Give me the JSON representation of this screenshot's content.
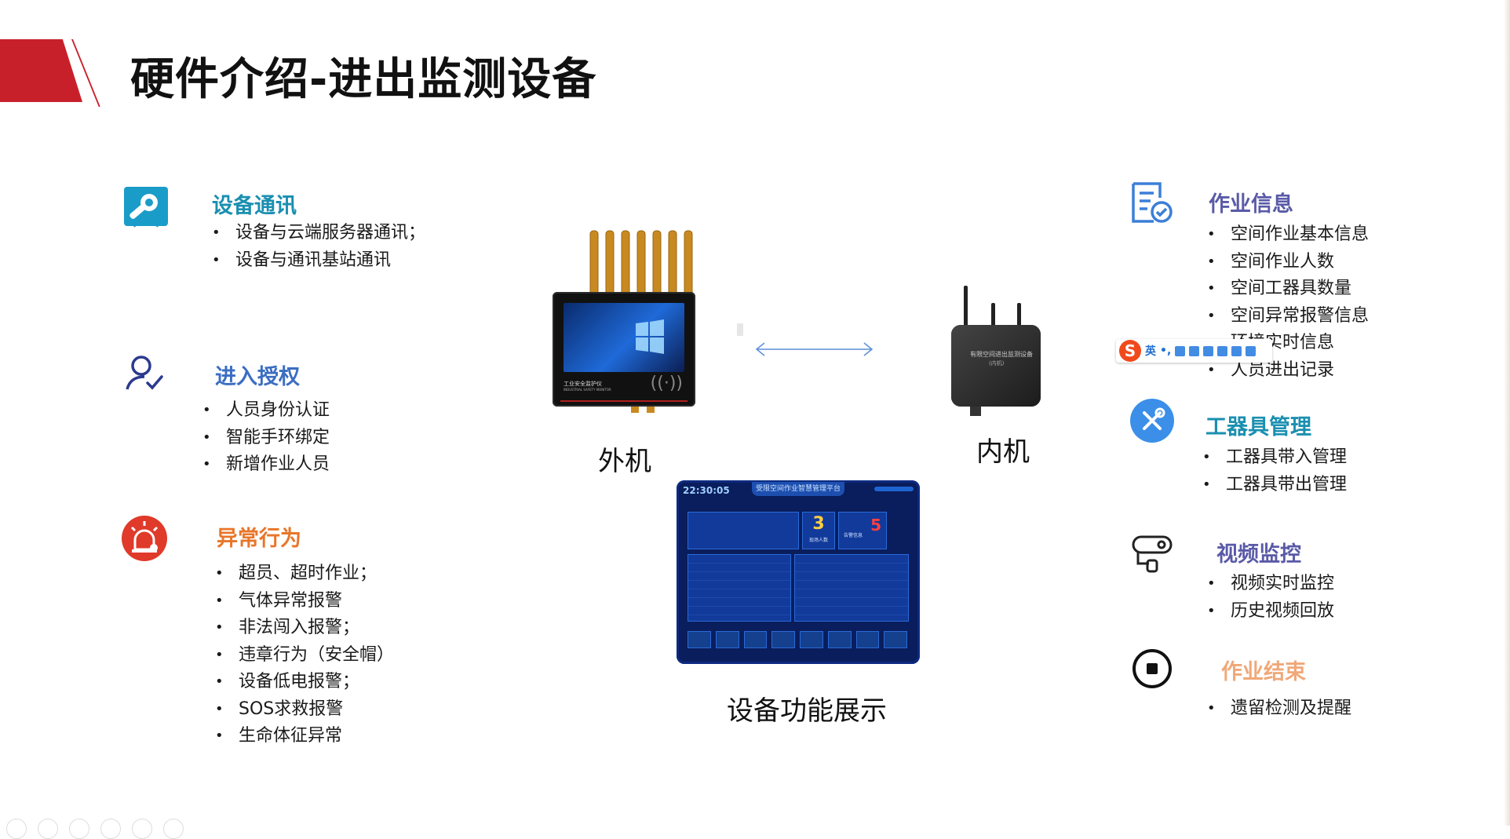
{
  "header": {
    "title": "硬件介绍-进出监测设备"
  },
  "sections": {
    "comm": {
      "title": "设备通讯",
      "items": [
        "设备与云端服务器通讯；",
        "设备与通讯基站通讯"
      ]
    },
    "auth": {
      "title": "进入授权",
      "items": [
        "人员身份认证",
        "智能手环绑定",
        "新增作业人员"
      ]
    },
    "abnormal": {
      "title": "异常行为",
      "items": [
        "超员、超时作业；",
        "气体异常报警",
        "非法闯入报警；",
        "违章行为（安全帽）",
        "设备低电报警；",
        "SOS求救报警",
        "生命体征异常"
      ]
    },
    "jobinfo": {
      "title": "作业信息",
      "items": [
        "空间作业基本信息",
        "空间作业人数",
        "空间工器具数量",
        "空间异常报警信息",
        "环境实时信息",
        "人员进出记录"
      ]
    },
    "tools": {
      "title": "工器具管理",
      "items": [
        "工器具带入管理",
        "工器具带出管理"
      ]
    },
    "video": {
      "title": "视频监控",
      "items": [
        "视频实时监控",
        "历史视频回放"
      ]
    },
    "end": {
      "title": "作业结束",
      "items": [
        "遗留检测及提醒"
      ]
    }
  },
  "devices": {
    "outer_label": "外机",
    "inner_label": "内机",
    "display_label": "设备功能展示",
    "outer_screen_text": "工业安全监护仪",
    "outer_screen_sub": "INDUSTRIAL SAFETY MONITOR",
    "inner_box_text": "有限空间进出监测设备",
    "inner_box_sub": "(内机)"
  },
  "dashboard": {
    "time": "22:30:05",
    "title": "受限空间作业智慧管理平台",
    "count_value": "3",
    "count_label": "现场人数",
    "alarm_value": "5",
    "alarm_label": "告警信息"
  },
  "ime": {
    "lang": "英"
  },
  "colors": {
    "accent_red": "#c8202a",
    "teal": "#1a8fb0",
    "blue": "#3b6ec2",
    "orange": "#e8762a",
    "purple": "#5a5aa8",
    "light_orange": "#f0a878"
  }
}
